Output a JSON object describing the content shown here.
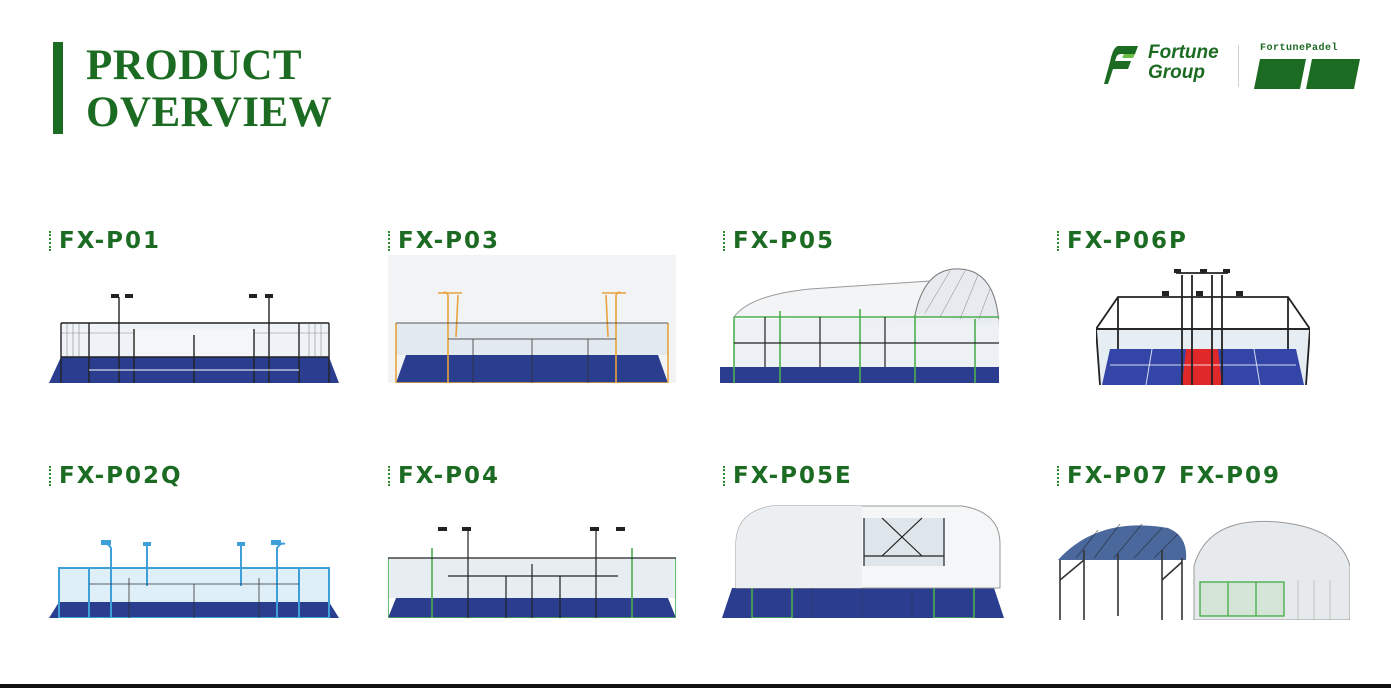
{
  "header": {
    "title_line1": "PRODUCT",
    "title_line2": "OVERVIEW",
    "logo_name_line1": "Fortune",
    "logo_name_line2": "Group",
    "logo2_text": "FortunePadel"
  },
  "products": [
    {
      "label": "FX-P01"
    },
    {
      "label": "FX-P03"
    },
    {
      "label": "FX-P05"
    },
    {
      "label": "FX-P06P"
    },
    {
      "label": "FX-P02Q"
    },
    {
      "label": "FX-P04"
    },
    {
      "label": "FX-P05E"
    },
    {
      "label": "FX-P07   FX-P09"
    }
  ],
  "colors": {
    "brand_green": "#1c6b22",
    "court_blue": "#2a3d8f",
    "frame_green": "#4caf50",
    "frame_orange": "#e8a33c",
    "frame_cyan": "#3ea0d8"
  }
}
